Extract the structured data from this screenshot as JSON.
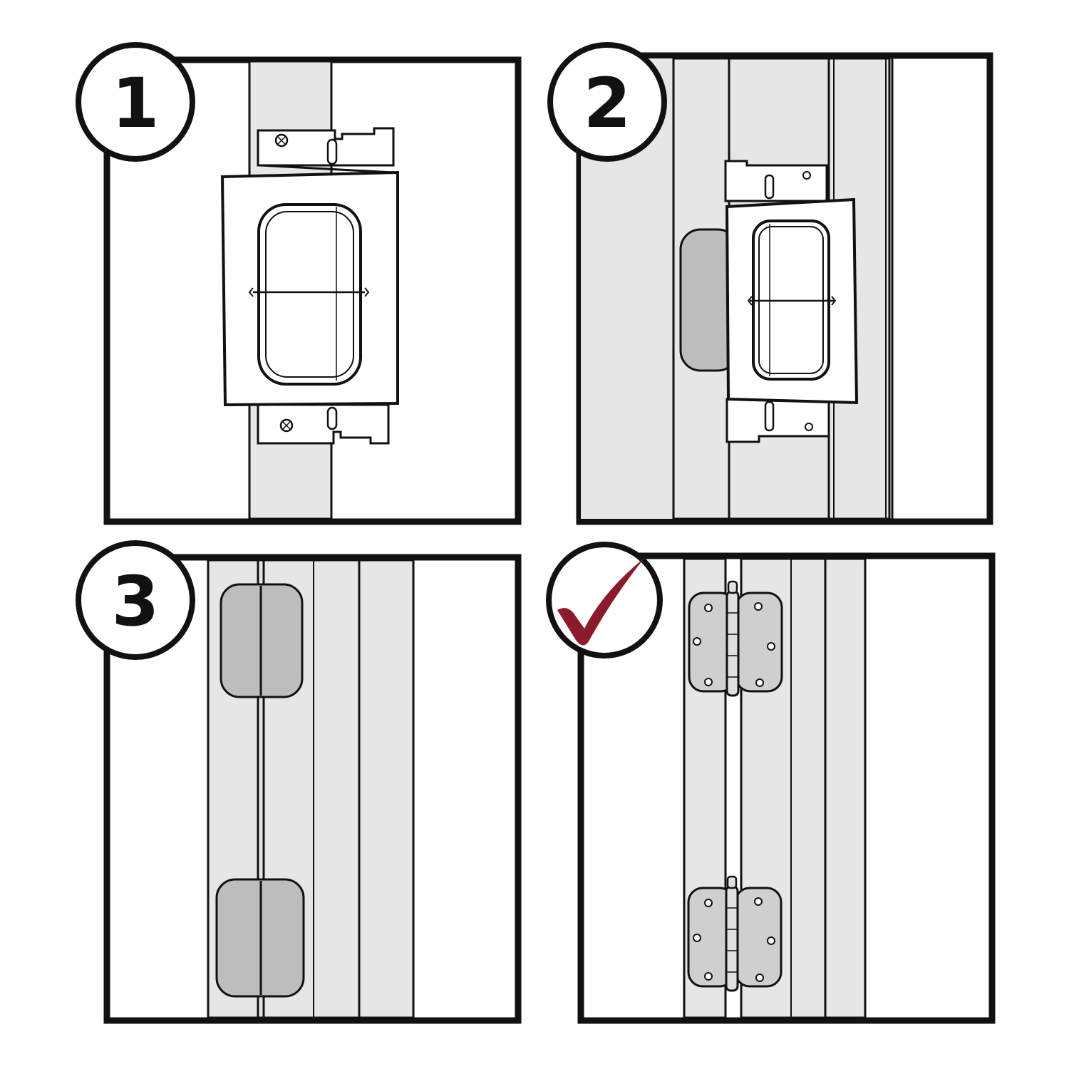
{
  "steps": [
    {
      "number": "1"
    },
    {
      "number": "2"
    },
    {
      "number": "3"
    },
    {
      "number": ""
    }
  ],
  "colors": {
    "outline": "#111111",
    "frame_gray": "#e6e6e6",
    "mortise_gray": "#bdbdbd",
    "hinge_gray": "#cfcfcf",
    "check": "#8b1a2c",
    "background": "#ffffff"
  },
  "icons": {
    "step_badge": "numbered-circle",
    "done_badge": "check-mark-icon"
  }
}
